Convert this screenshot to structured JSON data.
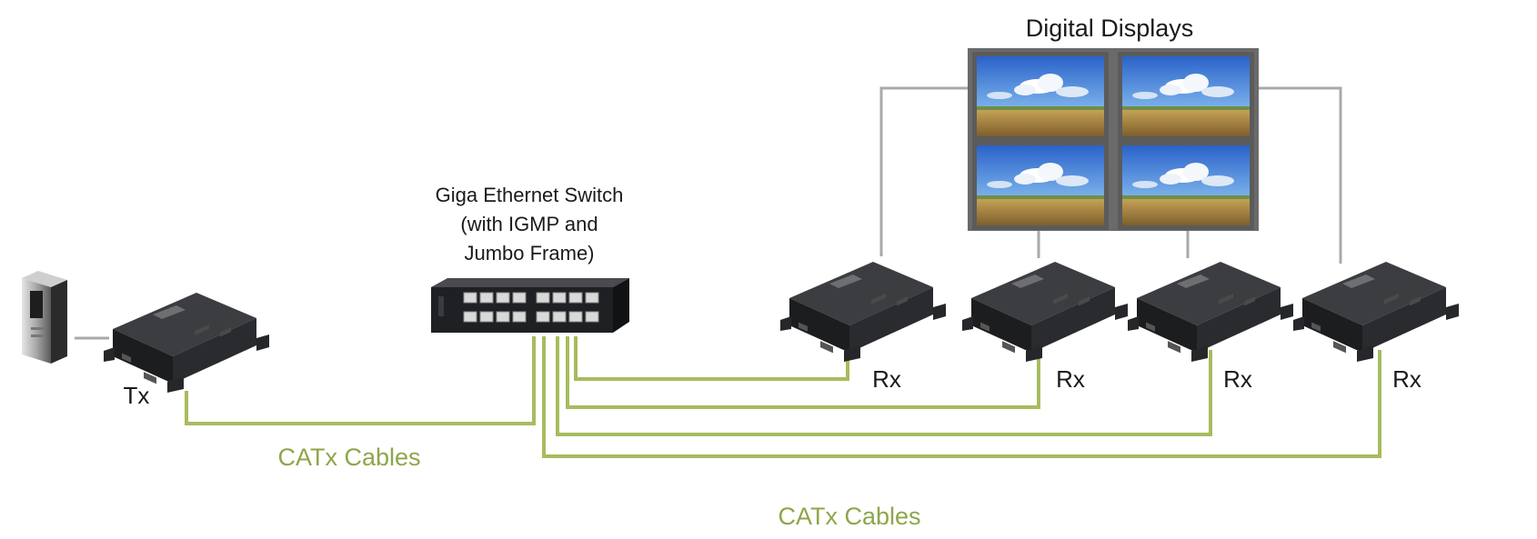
{
  "title": "Digital Displays",
  "switch": {
    "line1": "Giga Ethernet Switch",
    "line2": "(with IGMP and",
    "line3": "Jumbo Frame)"
  },
  "tx_label": "Tx",
  "rx_labels": [
    "Rx",
    "Rx",
    "Rx",
    "Rx"
  ],
  "cable_label_left": "CATx Cables",
  "cable_label_bottom": "CATx Cables",
  "colors": {
    "cable": "#a7bc5e",
    "hdmi_line": "#a9a9a9",
    "device": "#202124",
    "label_green": "#8da64a"
  },
  "icons": {
    "source": "pc-tower-icon",
    "transmitter": "hdmi-extender-tx-icon",
    "receiver": "hdmi-extender-rx-icon",
    "switch": "ethernet-switch-icon",
    "display": "monitor-icon"
  }
}
